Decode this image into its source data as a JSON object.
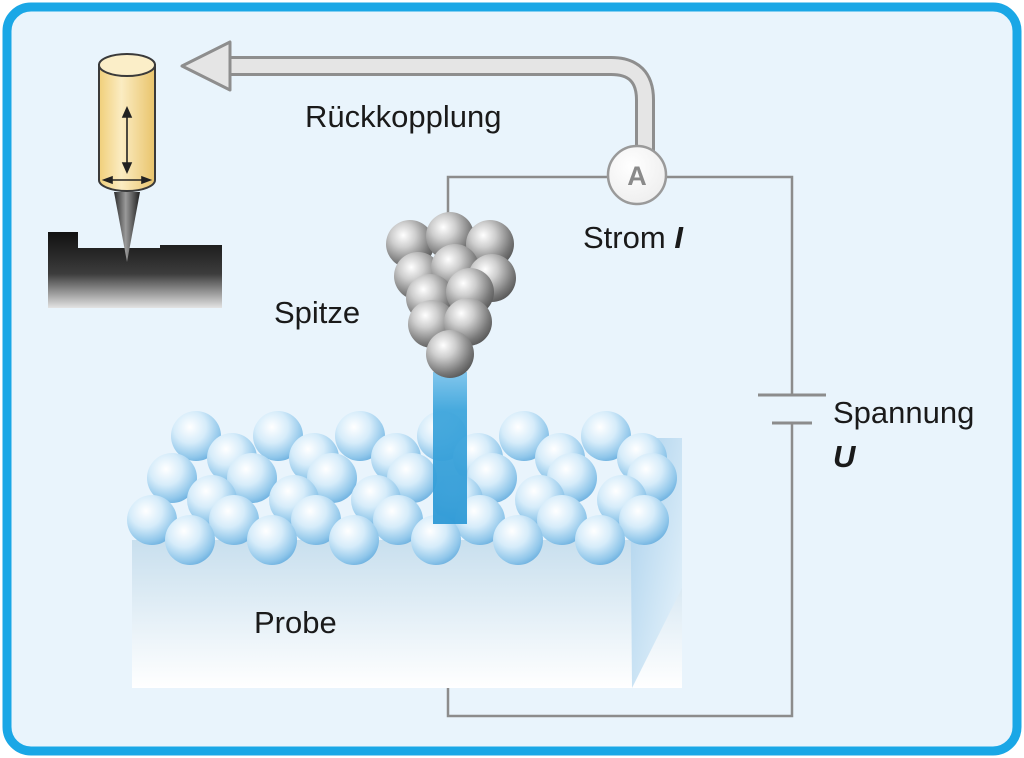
{
  "labels": {
    "feedback": "Rückkopplung",
    "current": "Strom",
    "current_symbol": "I",
    "voltage": "Spannung",
    "voltage_symbol": "U",
    "tip": "Spitze",
    "sample": "Probe",
    "ammeter": "A"
  },
  "colors": {
    "frame": "#1aa7e6",
    "background": "#e9f4fc",
    "wire": "#8c8c8c",
    "tunnel_current": "#3fa6dc",
    "piezo_cylinder": "#f6dfa0",
    "feedback_arrow": "#e5e5e5"
  }
}
